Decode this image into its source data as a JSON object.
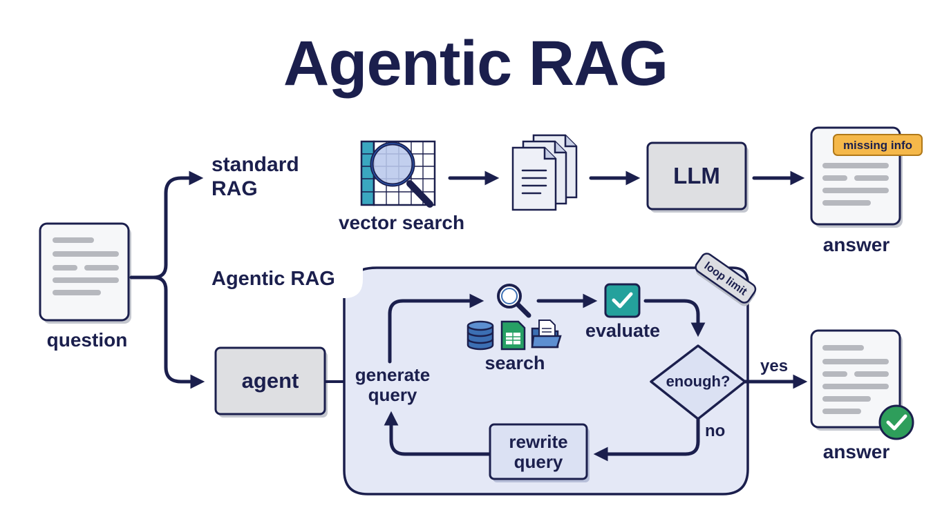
{
  "title": "Agentic RAG",
  "question": {
    "label": "question"
  },
  "standard": {
    "branch_label": "standard RAG",
    "vector_label": "vector search",
    "llm_label": "LLM",
    "badge_label": "missing info",
    "answer_label": "answer"
  },
  "agentic": {
    "panel_label": "Agentic RAG",
    "loop_limit_label": "loop limit",
    "agent_label": "agent",
    "generate_label_line1": "generate",
    "generate_label_line2": "query",
    "search_label": "search",
    "evaluate_label": "evaluate",
    "decision_label": "enough?",
    "yes_label": "yes",
    "no_label": "no",
    "rewrite_label_line1": "rewrite",
    "rewrite_label_line2": "query",
    "answer_label": "answer"
  },
  "colors": {
    "navy": "#1b1f4d",
    "panel_fill": "#e4e8f6",
    "box_gray": "#dedfe2",
    "badge": "#f5b84a",
    "teal": "#24a19c",
    "green": "#2e9e5b",
    "blue": "#3c6fb3",
    "sheet_green": "#27a065"
  }
}
